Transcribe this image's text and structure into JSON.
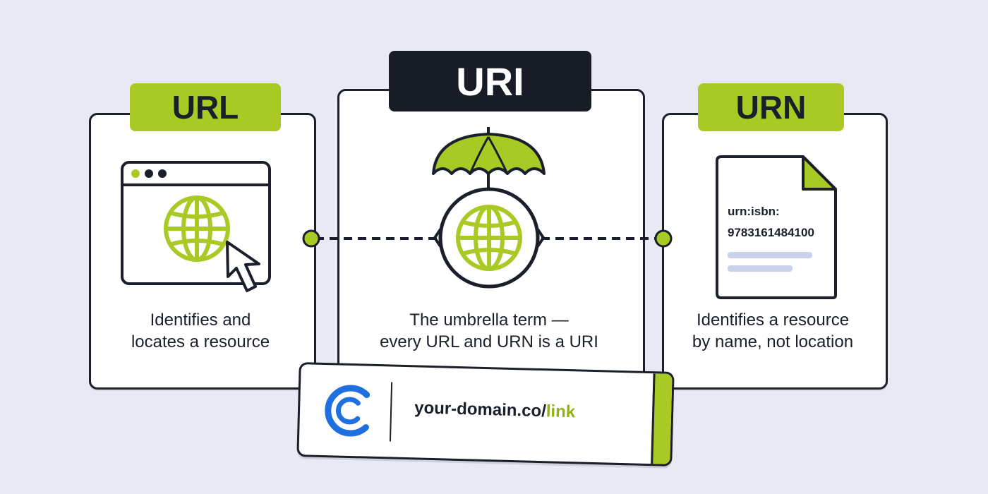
{
  "colors": {
    "accent_green": "#a9c925",
    "dark": "#171c27",
    "blue_logo": "#1f6fe0",
    "background": "#e7eaf3"
  },
  "url": {
    "tag": "URL",
    "description": [
      "Identifies and",
      "locates a resource"
    ],
    "icons": [
      "browser-window-icon",
      "globe-icon",
      "cursor-icon"
    ]
  },
  "uri": {
    "tag": "URI",
    "description": [
      "The umbrella term —",
      "every URL and URN is a URI"
    ],
    "icons": [
      "umbrella-icon",
      "globe-icon"
    ]
  },
  "urn": {
    "tag": "URN",
    "description": [
      "Identifies a resource",
      "by name, not location"
    ],
    "document_lines": [
      "urn:isbn:",
      "9783161484100"
    ],
    "icons": [
      "document-icon"
    ]
  },
  "domain_bar": {
    "domain": "your-domain.co/",
    "path": "link",
    "icons": [
      "c-logo-icon"
    ]
  }
}
